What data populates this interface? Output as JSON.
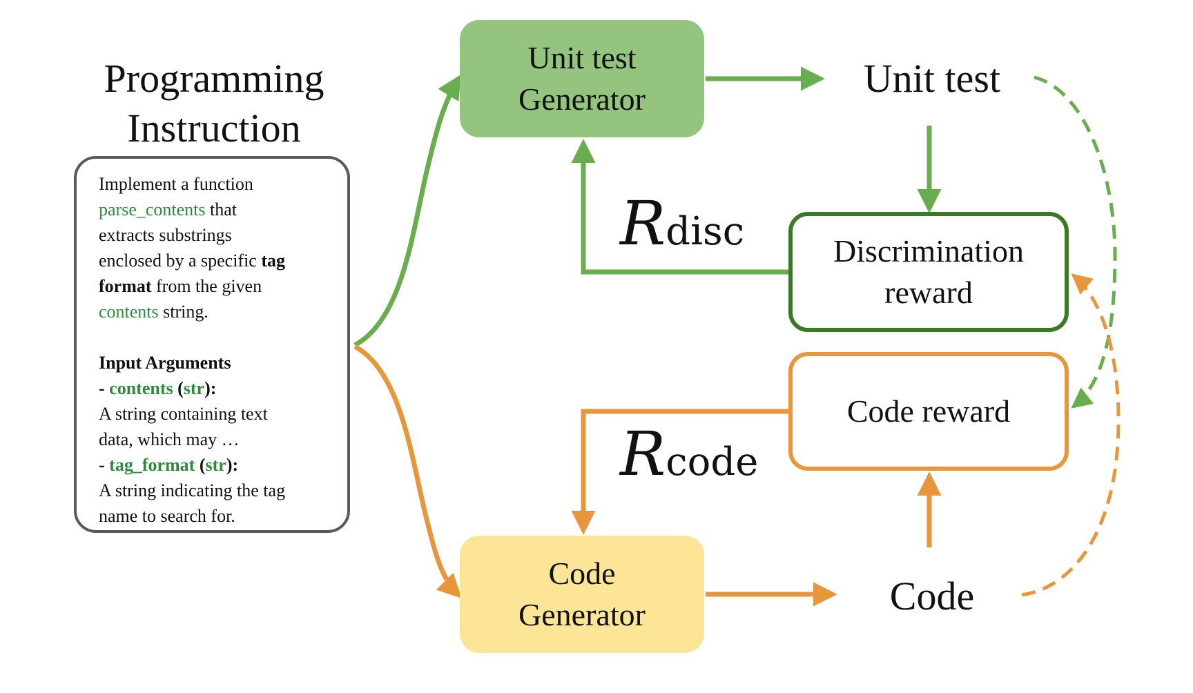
{
  "instruction": {
    "title_line1": "Programming",
    "title_line2": "Instruction",
    "lines": {
      "l1": "Implement a function",
      "l2_code": "parse_contents",
      "l2_rest": " that",
      "l3": "extracts substrings",
      "l4_a": "enclosed by a specific ",
      "l4_b": "tag",
      "l5_a": "format",
      "l5_b": " from the given",
      "l6_code": "contents",
      "l6_rest": " string.",
      "args_heading": "Input Arguments",
      "arg1_dash": "- ",
      "arg1_name": "contents",
      "arg1_type_open": " (",
      "arg1_type": "str",
      "arg1_type_close": "):",
      "arg1_desc1": "A string containing text",
      "arg1_desc2": "data, which may …",
      "arg2_dash": "- ",
      "arg2_name": "tag_format",
      "arg2_type_open": " (",
      "arg2_type": "str",
      "arg2_type_close": "):",
      "arg2_desc1": "A string indicating the tag",
      "arg2_desc2": "name to search for."
    }
  },
  "unit_test_generator": {
    "line1": "Unit test",
    "line2": "Generator"
  },
  "code_generator": {
    "line1": "Code",
    "line2": "Generator"
  },
  "unit_test_label": "Unit test",
  "code_label": "Code",
  "discrimination_reward": {
    "line1": "Discrimination",
    "line2": "reward"
  },
  "code_reward": {
    "line1": "Code reward"
  },
  "r_disc": {
    "symbol": "R",
    "subscript": "disc"
  },
  "r_code": {
    "symbol": "R",
    "subscript": "code"
  },
  "colors": {
    "green_arrow": "#6aad4e",
    "dark_green_border": "#3a7a25",
    "orange": "#e8963c",
    "unit_test_generator_fill": "#94c47d",
    "code_generator_fill": "#fde598",
    "instruction_border": "#595959",
    "code_text_green": "#2e8b3e"
  }
}
